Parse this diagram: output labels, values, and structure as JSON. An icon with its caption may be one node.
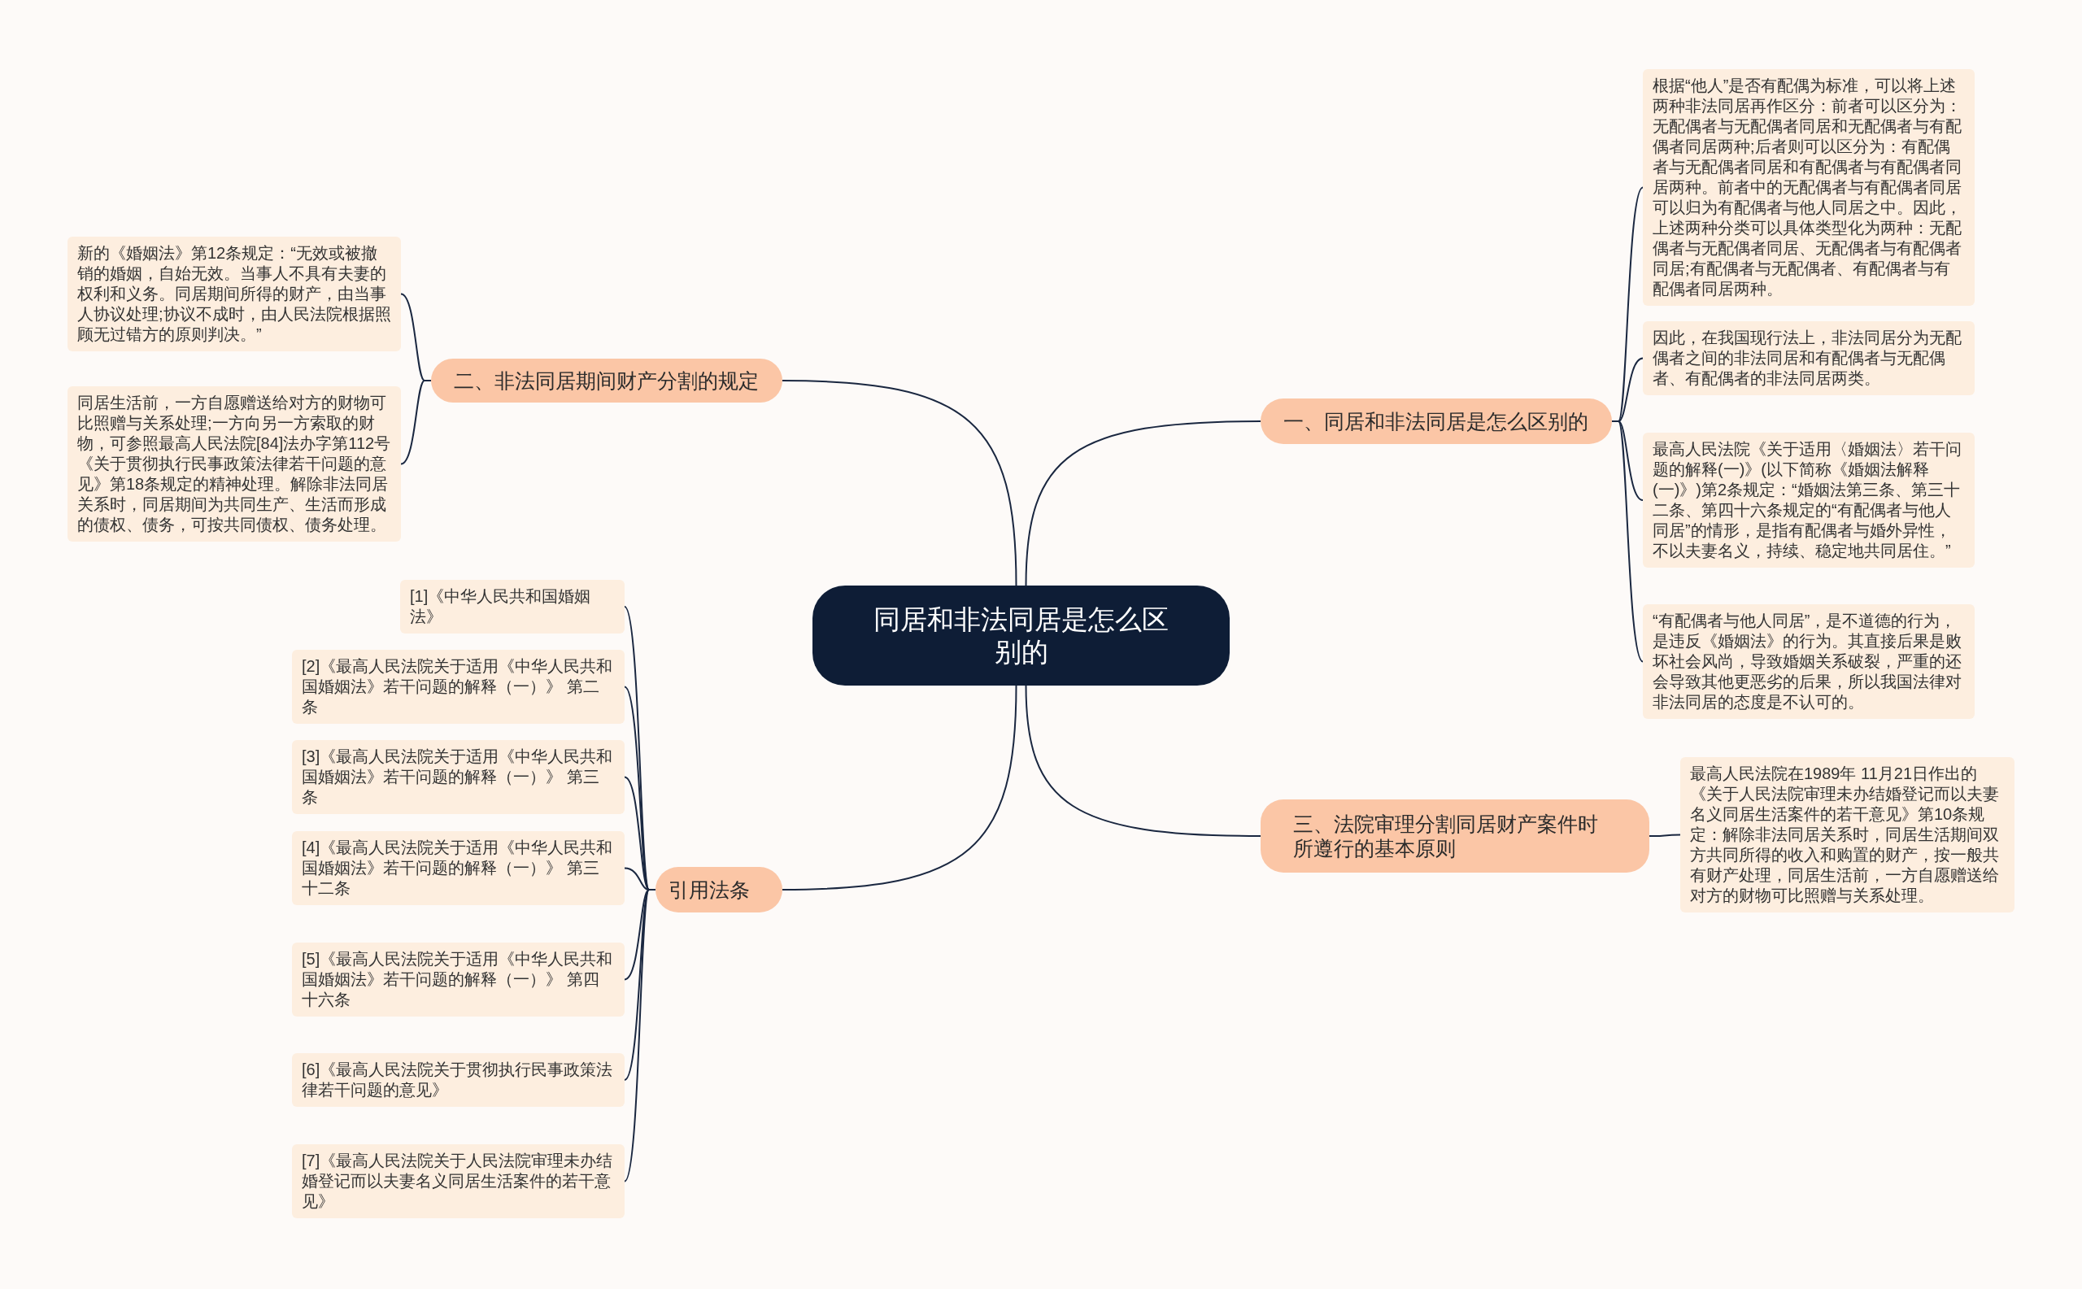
{
  "diagram": {
    "nodes": [
      {
        "text": [
          "同居和非法同居是怎么区别的"
        ]
      },
      {
        "text": [
          "一、同居和非法同居是怎么区别的"
        ]
      },
      {
        "text": [
          "根据“他人”是否有配偶为标准，可以将上述两种非法同居再作区分：前者可以区分为：无配偶者与无配偶者同居和无配偶者与有配偶者同居两种;后者则可以区分为：有配偶者与无配偶者同居和有配偶者与有配偶者同居两种。前者中的无配偶者与有配偶者同居可以归为有配偶者与他人同居之中。因此，上述两种分类可以具体类型化为两种：无配偶者与无配偶者同居、无配偶者与有配偶者同居;有配偶者与无配偶者、有配偶者与有配偶者同居两种。"
        ]
      },
      {
        "text": [
          "因此，在我国现行法上，非法同居分为无配偶者之间的非法同居和有配偶者与无配偶者、有配偶者的非法同居两类。"
        ]
      },
      {
        "text": [
          "最高人民法院《关于适用〈婚姻法〉若干问题的解释(一)》(以下简称《婚姻法解释(一)》)第2条规定：“婚姻法第三条、第三十二条、第四十六条规定的“有配偶者与他人同居”的情形，是指有配偶者与婚外异性，不以夫妻名义，持续、稳定地共同居住。”"
        ]
      },
      {
        "text": [
          "“有配偶者与他人同居”，是不道德的行为，是违反《婚姻法》的行为。其直接后果是败坏社会风尚，导致婚姻关系破裂，严重的还会导致其他更恶劣的后果，所以我国法律对非法同居的态度是不认可的。"
        ]
      },
      {
        "text": [
          "二、非法同居期间财产分割的规定"
        ]
      },
      {
        "text": [
          "新的《婚姻法》第12条规定：“无效或被撤销的婚姻，自始无效。当事人不具有夫妻的权利和义务。同居期间所得的财产，由当事人协议处理;协议不成时，由人民法院根据照顾无过错方的原则判决。”"
        ]
      },
      {
        "text": [
          "同居生活前，一方自愿赠送给对方的财物可比照赠与关系处理;一方向另一方索取的财物，可参照最高人民法院[84]法办字第112号《关于贯彻执行民事政策法律若干问题的意见》第18条规定的精神处理。解除非法同居关系时，同居期间为共同生产、生活而形成的债权、债务，可按共同债权、债务处理。"
        ]
      },
      {
        "text": [
          "三、法院审理分割同居财产案件时所遵行的基本原则"
        ]
      },
      {
        "text": [
          "最高人民法院在1989年 11月21日作出的《关于人民法院审理未办结婚登记而以夫妻名义同居生活案件的若干意见》第10条规定：解除非法同居关系时，同居生活期间双方共同所得的收入和购置的财产，按一般共有财产处理，同居生活前，一方自愿赠送给对方的财物可比照赠与关系处理。"
        ]
      },
      {
        "text": [
          "引用法条"
        ]
      },
      {
        "text": [
          "[1]《中华人民共和国婚姻法》"
        ]
      },
      {
        "text": [
          "[2]《最高人民法院关于适用《中华人民共和国婚姻法》若干问题的解释（一）》 第二条"
        ]
      },
      {
        "text": [
          "[3]《最高人民法院关于适用《中华人民共和国婚姻法》若干问题的解释（一）》 第三条"
        ]
      },
      {
        "text": [
          "[4]《最高人民法院关于适用《中华人民共和国婚姻法》若干问题的解释（一）》 第三十二条"
        ]
      },
      {
        "text": [
          "[5]《最高人民法院关于适用《中华人民共和国婚姻法》若干问题的解释（一）》 第四十六条"
        ]
      },
      {
        "text": [
          "[6]《最高人民法院关于贯彻执行民事政策法律若干问题的意见》"
        ]
      },
      {
        "text": [
          "[7]《最高人民法院关于人民法院审理未办结婚登记而以夫妻名义同居生活案件的若干意见》"
        ]
      }
    ],
    "edges": [
      {
        "from": 0,
        "to": 1,
        "arrow": "none"
      },
      {
        "from": 1,
        "to": 2,
        "arrow": "none"
      },
      {
        "from": 1,
        "to": 3,
        "arrow": "none"
      },
      {
        "from": 1,
        "to": 4,
        "arrow": "none"
      },
      {
        "from": 1,
        "to": 5,
        "arrow": "none"
      },
      {
        "from": 0,
        "to": 6,
        "arrow": "none"
      },
      {
        "from": 6,
        "to": 7,
        "arrow": "none"
      },
      {
        "from": 6,
        "to": 8,
        "arrow": "none"
      },
      {
        "from": 0,
        "to": 9,
        "arrow": "none"
      },
      {
        "from": 9,
        "to": 10,
        "arrow": "none"
      },
      {
        "from": 0,
        "to": 11,
        "arrow": "none"
      },
      {
        "from": 11,
        "to": 12,
        "arrow": "none"
      },
      {
        "from": 11,
        "to": 13,
        "arrow": "none"
      },
      {
        "from": 11,
        "to": 14,
        "arrow": "none"
      },
      {
        "from": 11,
        "to": 15,
        "arrow": "none"
      },
      {
        "from": 11,
        "to": 16,
        "arrow": "none"
      },
      {
        "from": 11,
        "to": 17,
        "arrow": "none"
      },
      {
        "from": 11,
        "to": 18,
        "arrow": "none"
      }
    ]
  }
}
